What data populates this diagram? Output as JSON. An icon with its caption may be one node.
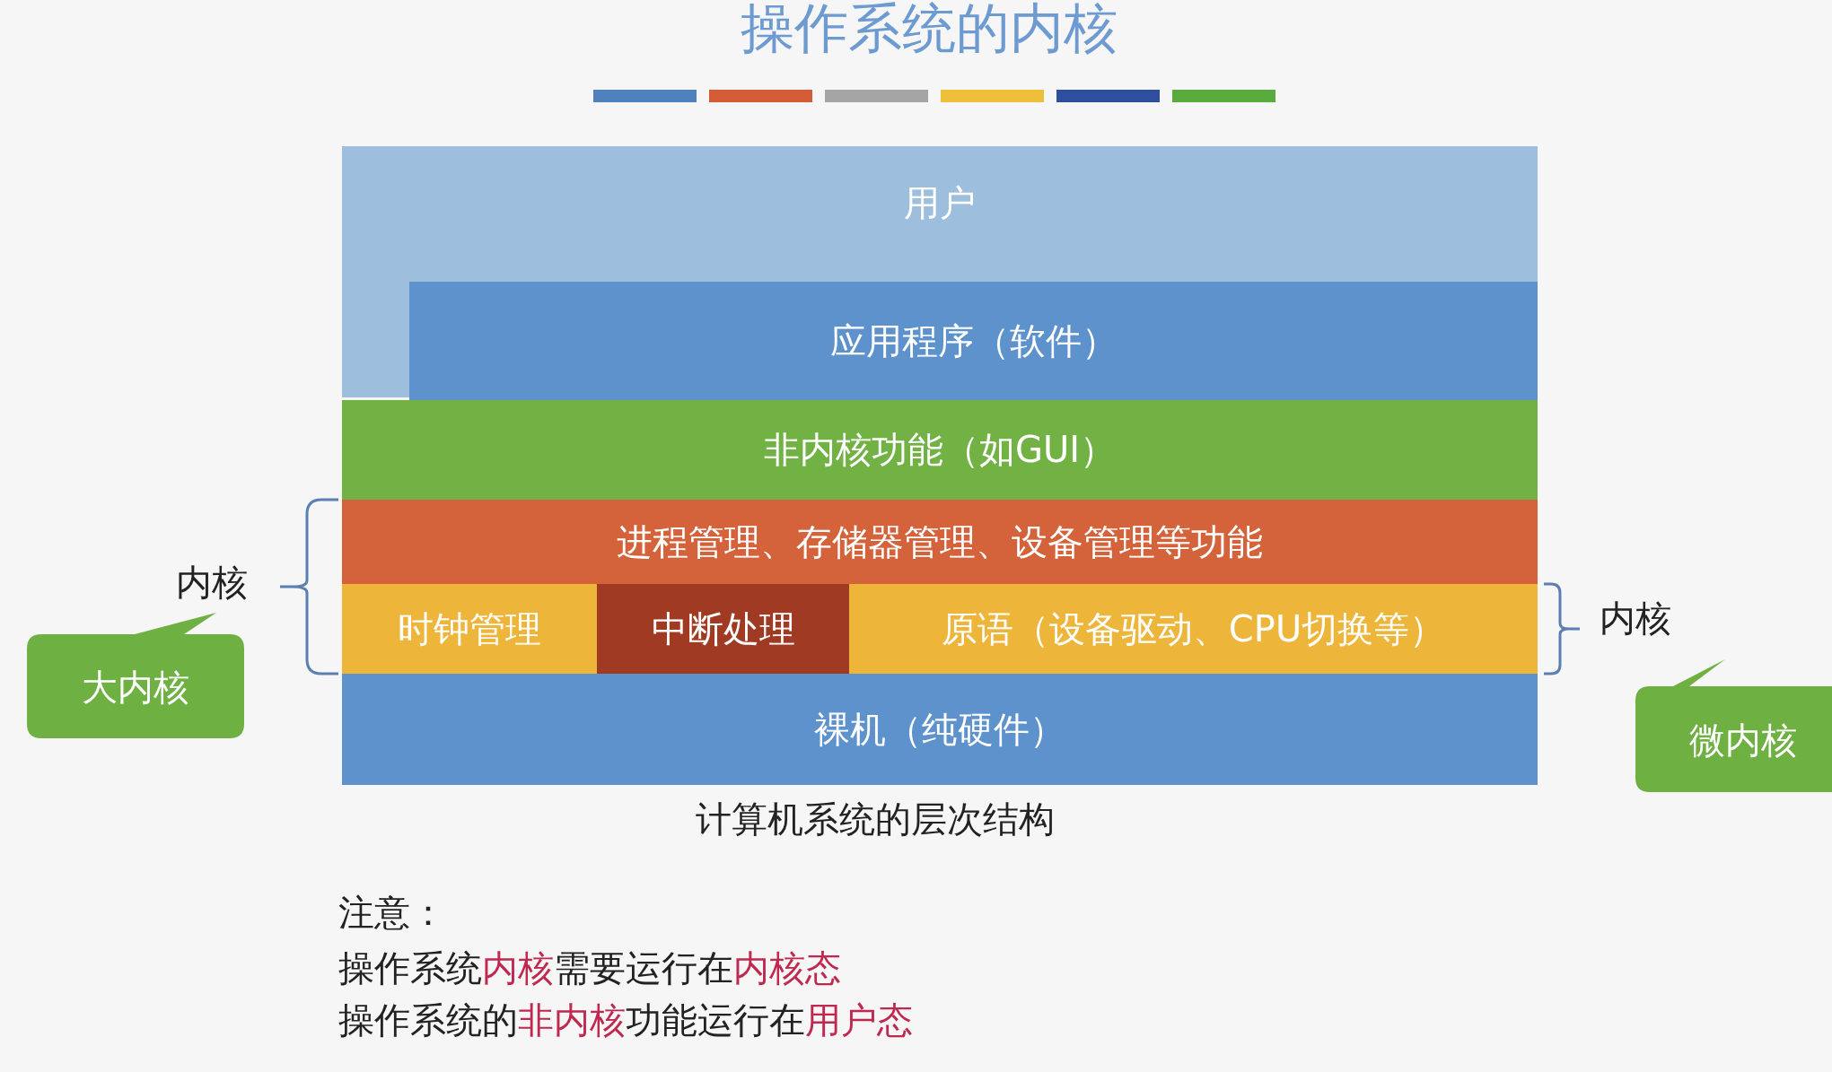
{
  "diagram": {
    "title": "操作系统的内核",
    "caption": "计算机系统的层次结构",
    "nodes": [
      {
        "text": [
          "用户"
        ]
      },
      {
        "text": [
          "应用程序（软件）"
        ],
        "in": 0
      },
      {
        "text": [
          "非内核功能（如GUI）"
        ]
      },
      {
        "text": [
          "进程管理、存储器管理、设备管理等功能"
        ]
      },
      {
        "text": [
          "时钟管理"
        ]
      },
      {
        "text": [
          "中断处理"
        ]
      },
      {
        "text": [
          "原语（设备驱动、CPU切换等）"
        ]
      },
      {
        "text": [
          "裸机（纯硬件）"
        ]
      },
      {
        "text": [
          "大内核"
        ]
      },
      {
        "text": [
          "微内核"
        ]
      }
    ],
    "labels": [
      "内核",
      "内核",
      "注意：",
      "操作系统**内核**需要运行在**内核态**",
      "操作系统的**非内核**功能运行在**用户态**"
    ]
  }
}
